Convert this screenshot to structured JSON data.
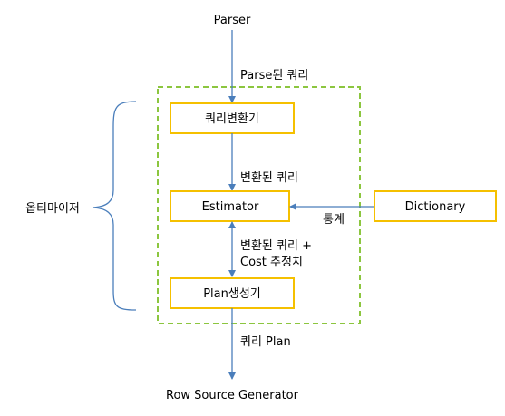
{
  "colors": {
    "box_border": "#F5C000",
    "dashed_border": "#8CC63F",
    "arrow": "#4A7EBB",
    "brace": "#4A7EBB",
    "text": "#000000"
  },
  "nodes": {
    "parser": "Parser",
    "converter": "쿼리변환기",
    "estimator": "Estimator",
    "plan_generator": "Plan생성기",
    "dictionary": "Dictionary",
    "row_source_generator": "Row Source Generator"
  },
  "edge_labels": {
    "parsed_query": "Parse된 쿼리",
    "converted_query": "변환된 쿼리",
    "converted_query_cost_line1": "변환된 쿼리 +",
    "converted_query_cost_line2": "Cost 추정치",
    "statistics": "통계",
    "query_plan": "쿼리 Plan"
  },
  "group_label": "옵티마이저"
}
